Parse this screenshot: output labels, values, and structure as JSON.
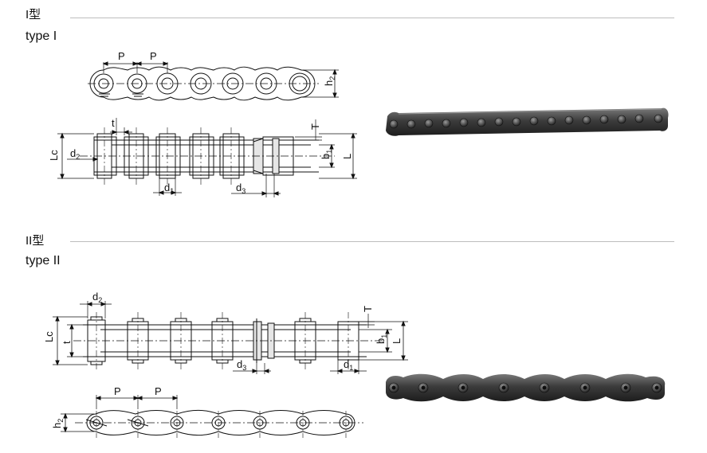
{
  "sections": [
    {
      "title_cn": "I型",
      "title_en": "type I"
    },
    {
      "title_cn": "II型",
      "title_en": "type II"
    }
  ],
  "type1_labels": {
    "P": "P",
    "h": "h",
    "h_sub": "2",
    "t": "t",
    "T": "T",
    "Lc": "Lc",
    "d2": "d",
    "d2_sub": "2",
    "b1": "b",
    "b1_sub": "1",
    "L": "L",
    "d1": "d",
    "d1_sub": "1",
    "d3": "d",
    "d3_sub": "3"
  },
  "type2_labels": {
    "d2": "d",
    "d2_sub": "2",
    "Lc": "Lc",
    "t": "t",
    "T": "T",
    "b1": "b",
    "b1_sub": "1",
    "L": "L",
    "d3": "d",
    "d3_sub": "3",
    "d1": "d",
    "d1_sub": "1",
    "P": "P",
    "h": "h",
    "h_sub": "2"
  },
  "colors": {
    "line": "#111111",
    "chain_dark": "#2b2b2b",
    "chain_mid": "#4a4a4a",
    "chain_light": "#7a7a7a",
    "rule": "#bdbdbd"
  }
}
